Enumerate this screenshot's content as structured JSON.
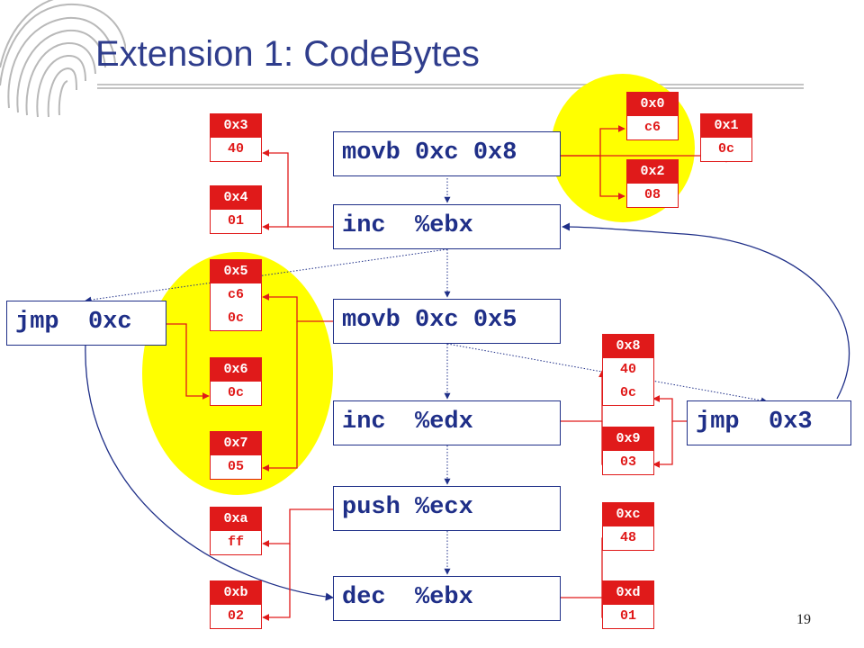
{
  "slide": {
    "title": "Extension 1: CodeBytes",
    "page_number": "19"
  },
  "instructions": {
    "i1": "movb 0xc 0x8",
    "i2": "inc  %ebx",
    "i3": "movb 0xc 0x5",
    "i4": "inc  %edx",
    "i5": "push %ecx",
    "i6": "dec  %ebx",
    "jmp_left": "jmp  0xc",
    "jmp_right": "jmp  0x3"
  },
  "memory": {
    "m0": {
      "addr": "0x0",
      "value": "c6"
    },
    "m1": {
      "addr": "0x1",
      "value": "0c"
    },
    "m2": {
      "addr": "0x2",
      "value": "08"
    },
    "m3": {
      "addr": "0x3",
      "value": "40"
    },
    "m4": {
      "addr": "0x4",
      "value": "01"
    },
    "m5": {
      "addr": "0x5",
      "value": "c6",
      "value2": "0c"
    },
    "m6": {
      "addr": "0x6",
      "value": "0c"
    },
    "m7": {
      "addr": "0x7",
      "value": "05"
    },
    "m8": {
      "addr": "0x8",
      "value": "40",
      "value2": "0c"
    },
    "m9": {
      "addr": "0x9",
      "value": "03"
    },
    "ma": {
      "addr": "0xa",
      "value": "ff"
    },
    "mb": {
      "addr": "0xb",
      "value": "02"
    },
    "mc": {
      "addr": "0xc",
      "value": "48"
    },
    "md": {
      "addr": "0xd",
      "value": "01"
    }
  },
  "colors": {
    "instruction": "#1f2f88",
    "memory": "#e01a1a",
    "highlight": "#ffff00",
    "title": "#2f3d8c"
  }
}
